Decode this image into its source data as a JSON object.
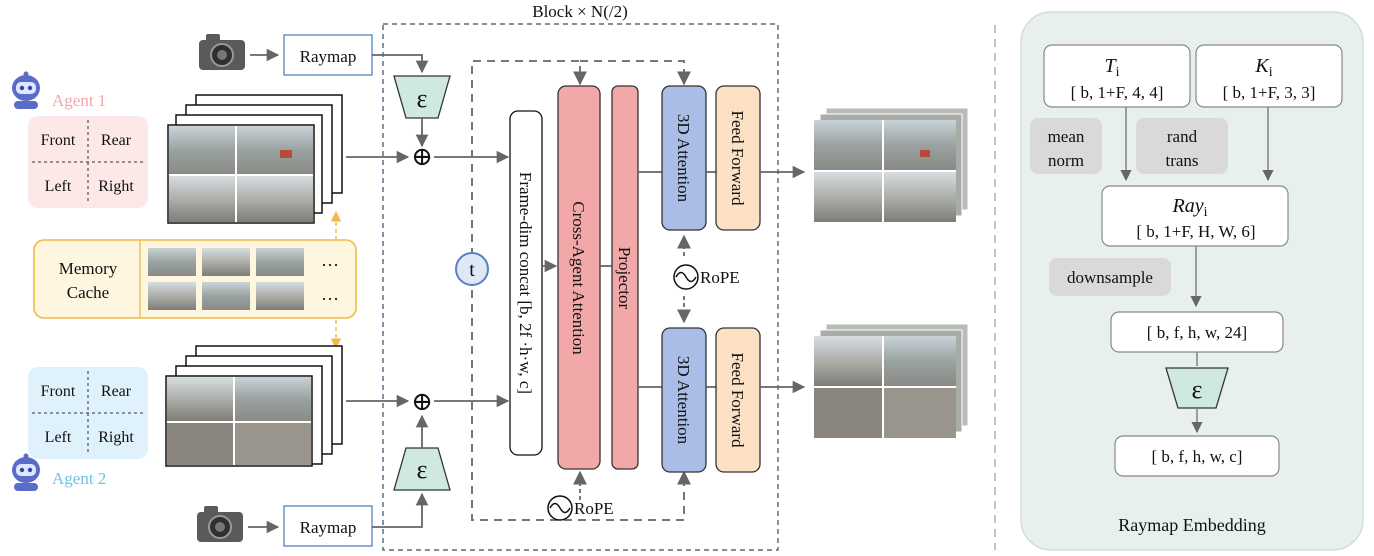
{
  "block_title": "Block × N(/2)",
  "agent1": {
    "label": "Agent 1",
    "color": "#f4a6a6",
    "bg": "#fde8e8"
  },
  "agent2": {
    "label": "Agent 2",
    "color": "#6ec3ea",
    "bg": "#dff1fb"
  },
  "views": {
    "front": "Front",
    "rear": "Rear",
    "left": "Left",
    "right": "Right"
  },
  "memory_cache": {
    "line1": "Memory",
    "line2": "Cache",
    "more": "…"
  },
  "raymap_label": "Raymap",
  "encoder_symbol": "ε",
  "plus_symbol": "⊕",
  "timestep_symbol": "t",
  "frame_concat": "Frame-dim concat   [b, 2f ·h·w, c]",
  "cross_agent_attention": "Cross-Agent Attention",
  "projector": "Projector",
  "attention_3d": "3D Attention",
  "feed_forward": "Feed Forward",
  "rope": "RoPE",
  "raymap_embedding": {
    "title": "Raymap Embedding",
    "T_symbol": "T",
    "K_symbol": "K",
    "sub_i": "i",
    "T_shape": "[ b, 1+F, 4, 4]",
    "K_shape": "[ b, 1+F, 3, 3]",
    "mean_norm_1": "mean",
    "mean_norm_2": "norm",
    "rand_trans_1": "rand",
    "rand_trans_2": "trans",
    "ray_symbol": "Ray",
    "ray_shape": "[ b, 1+F, H, W, 6]",
    "downsample": "downsample",
    "shape_24": "[ b, f, h, w, 24]",
    "shape_c": "[ b, f, h, w, c]"
  },
  "colors": {
    "encoder_fill": "#cfe8e0",
    "cross_attention_fill": "#f2a8a8",
    "attention3d_fill": "#a9bde6",
    "feedforward_fill": "#fbe0c4",
    "memory_fill": "#fff6e0",
    "memory_border": "#f2b94a",
    "raymap_border": "#6a93c8",
    "panel_fill": "#e8f0ee",
    "gray_box": "#d9d9d9"
  }
}
